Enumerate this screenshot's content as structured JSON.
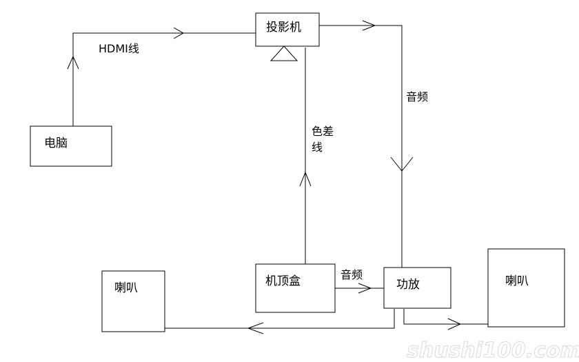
{
  "nodes": {
    "computer": "电脑",
    "projector": "投影机",
    "set_top_box": "机顶盒",
    "amplifier": "功放",
    "speaker_left": "喇叭",
    "speaker_right": "喇叭"
  },
  "edges": {
    "hdmi": "HDMI线",
    "audio_projector_amp": "音频",
    "component_1": "色差",
    "component_2": "线",
    "audio_stb_amp": "音频"
  },
  "watermark": "shushi100.com"
}
